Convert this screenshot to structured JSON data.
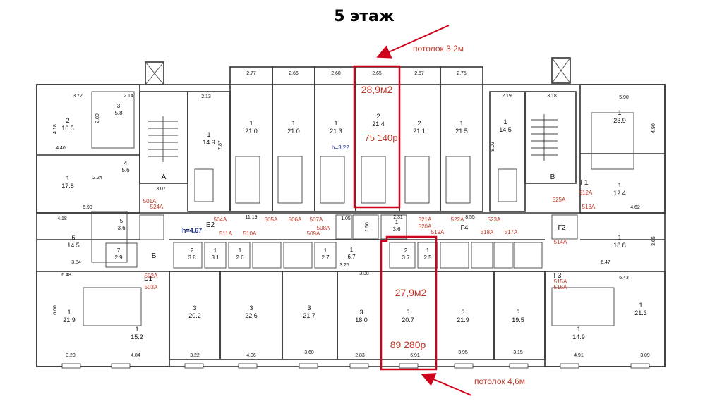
{
  "title": "5 этаж",
  "ceiling": {
    "top": "потолок 3,2м",
    "bottom": "потолок 4,6м"
  },
  "highlighted_units": [
    {
      "area": "28,9м2",
      "price": "75 140р"
    },
    {
      "area": "27,9м2",
      "price": "89 280р"
    }
  ],
  "corridor_heights": {
    "b2": "h=4.67",
    "center": "h=3.22"
  },
  "sections": {
    "a": "А",
    "b": "Б",
    "v": "В",
    "b2": "Б2",
    "g4": "Г4",
    "g2": "Г2",
    "b1": "Б1",
    "g3": "Г3",
    "g1": "Г1"
  },
  "top_room_widths": [
    "2.77",
    "2.66",
    "2.60",
    "2.65",
    "2.57",
    "2.75"
  ],
  "top_rooms": [
    {
      "num": "1",
      "area": "21.0"
    },
    {
      "num": "1",
      "area": "21.0"
    },
    {
      "num": "1",
      "area": "21.3"
    },
    {
      "num": "2",
      "area": "21.4"
    },
    {
      "num": "2",
      "area": "21.1"
    },
    {
      "num": "1",
      "area": "21.5"
    }
  ],
  "bottom_rooms": [
    {
      "num": "3",
      "area": "20.2"
    },
    {
      "num": "3",
      "area": "22.6"
    },
    {
      "num": "3",
      "area": "21.7"
    },
    {
      "num": "3",
      "area": "18.0"
    },
    {
      "num": "3",
      "area": "20.7"
    },
    {
      "num": "3",
      "area": "21.9"
    },
    {
      "num": "3",
      "area": "19.5"
    }
  ],
  "bottom_widths": [
    "3.22",
    "4.06",
    "3.60",
    "2.83",
    "6.91",
    "3.95",
    "3.15"
  ],
  "left_rooms": [
    {
      "num": "2",
      "area": "16.5"
    },
    {
      "num": "1",
      "area": "17.8"
    },
    {
      "num": "6",
      "area": "14.5"
    },
    {
      "num": "1",
      "area": "21.9"
    },
    {
      "num": "1",
      "area": "15.2"
    },
    {
      "num": "1",
      "area": "14.9"
    }
  ],
  "right_rooms": [
    {
      "num": "1",
      "area": "23.9"
    },
    {
      "num": "1",
      "area": "12.4"
    },
    {
      "num": "1",
      "area": "18.8"
    },
    {
      "num": "1",
      "area": "14.5"
    },
    {
      "num": "1",
      "area": "14.9"
    },
    {
      "num": "1",
      "area": "21.3"
    }
  ],
  "small_rooms": [
    {
      "num": "3",
      "area": "5.8"
    },
    {
      "num": "4",
      "area": "5.6"
    },
    {
      "num": "5",
      "area": "3.6"
    },
    {
      "num": "7",
      "area": "2.9"
    },
    {
      "num": "1",
      "area": "3.6"
    },
    {
      "num": "1",
      "area": "6.7"
    },
    {
      "num": "1",
      "area": "3.1"
    },
    {
      "num": "1",
      "area": "2.6"
    },
    {
      "num": "1",
      "area": "2.7"
    },
    {
      "num": "1",
      "area": "2.5"
    },
    {
      "num": "2",
      "area": "3.8"
    },
    {
      "num": "2",
      "area": "3.7"
    }
  ],
  "unit_labels_top": [
    "504А",
    "505А",
    "506А",
    "507А",
    "508А",
    "521А",
    "520А",
    "522А",
    "523А"
  ],
  "unit_labels_mid": [
    "511А",
    "510А",
    "509А",
    "519А",
    "518А",
    "517А"
  ],
  "unit_labels_side": [
    "501А",
    "524А",
    "502А",
    "503А",
    "514А",
    "512А",
    "513А",
    "515А",
    "516А",
    "525А"
  ],
  "dims": {
    "d1": "3.72",
    "d2": "2.14",
    "d3": "4.18",
    "d4": "2.80",
    "d5": "4.40",
    "d6": "2.24",
    "d7": "5.90",
    "d8": "4.18",
    "d9": "3.84",
    "d10": "6.48",
    "d11": "6.00",
    "d12": "4.84",
    "d13": "3.20",
    "d14": "2.13",
    "d15": "7.87",
    "d16": "3.07",
    "d17": "11.19",
    "d18": "8.55",
    "d19": "5.90",
    "d20": "6.43",
    "d21": "3.09",
    "d22": "4.91",
    "d23": "6.47",
    "d24": "3.18",
    "d25": "4.62",
    "d26": "2.19",
    "d27": "8.02",
    "d28": "3.38",
    "d29": "3.25",
    "d30": "2.31",
    "d31": "1.56",
    "d32": "1.05",
    "d33": "4.90",
    "d34": "3.65"
  }
}
